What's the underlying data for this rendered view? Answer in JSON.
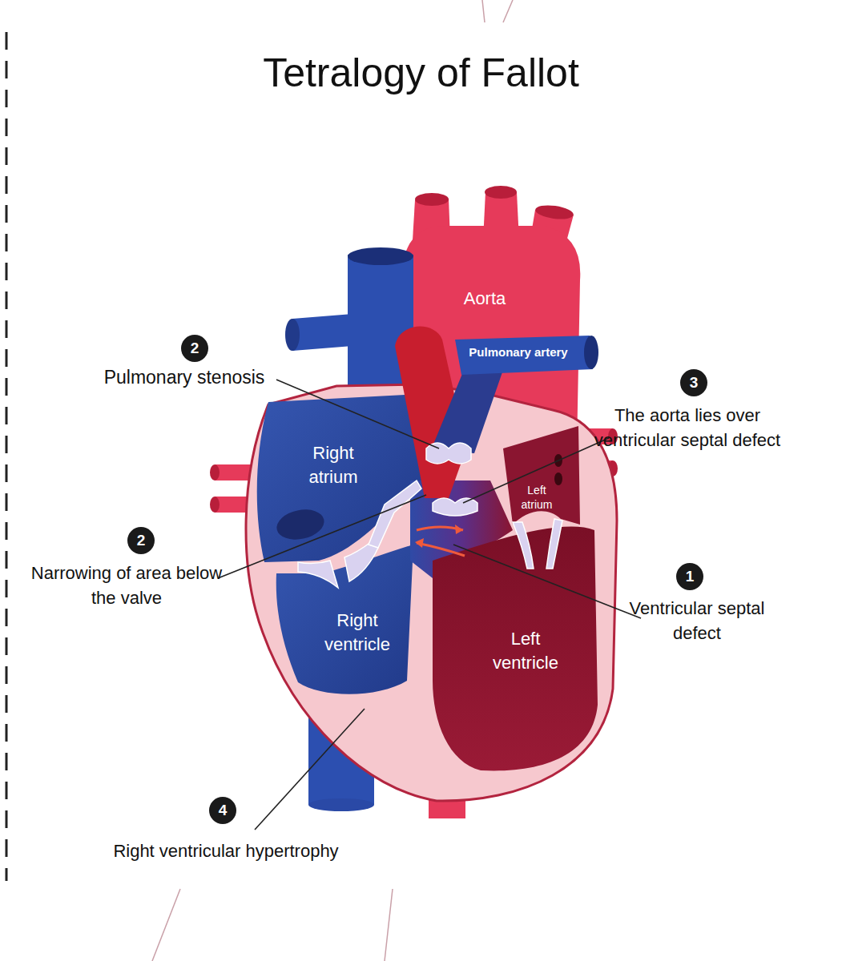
{
  "diagram": {
    "title": "Tetralogy of Fallot",
    "labels": [
      "2",
      "Pulmonary stenosis",
      "Aorta",
      "Pulmonary artery",
      "3",
      "The aorta lies over ventricular septal defect",
      "Right atrium",
      "Left atrium",
      "2",
      "Narrowing of area below the valve",
      "1",
      "Ventricular septal defect",
      "Right ventricle",
      "Left ventricle",
      "4",
      "Right ventricular hypertrophy"
    ]
  }
}
